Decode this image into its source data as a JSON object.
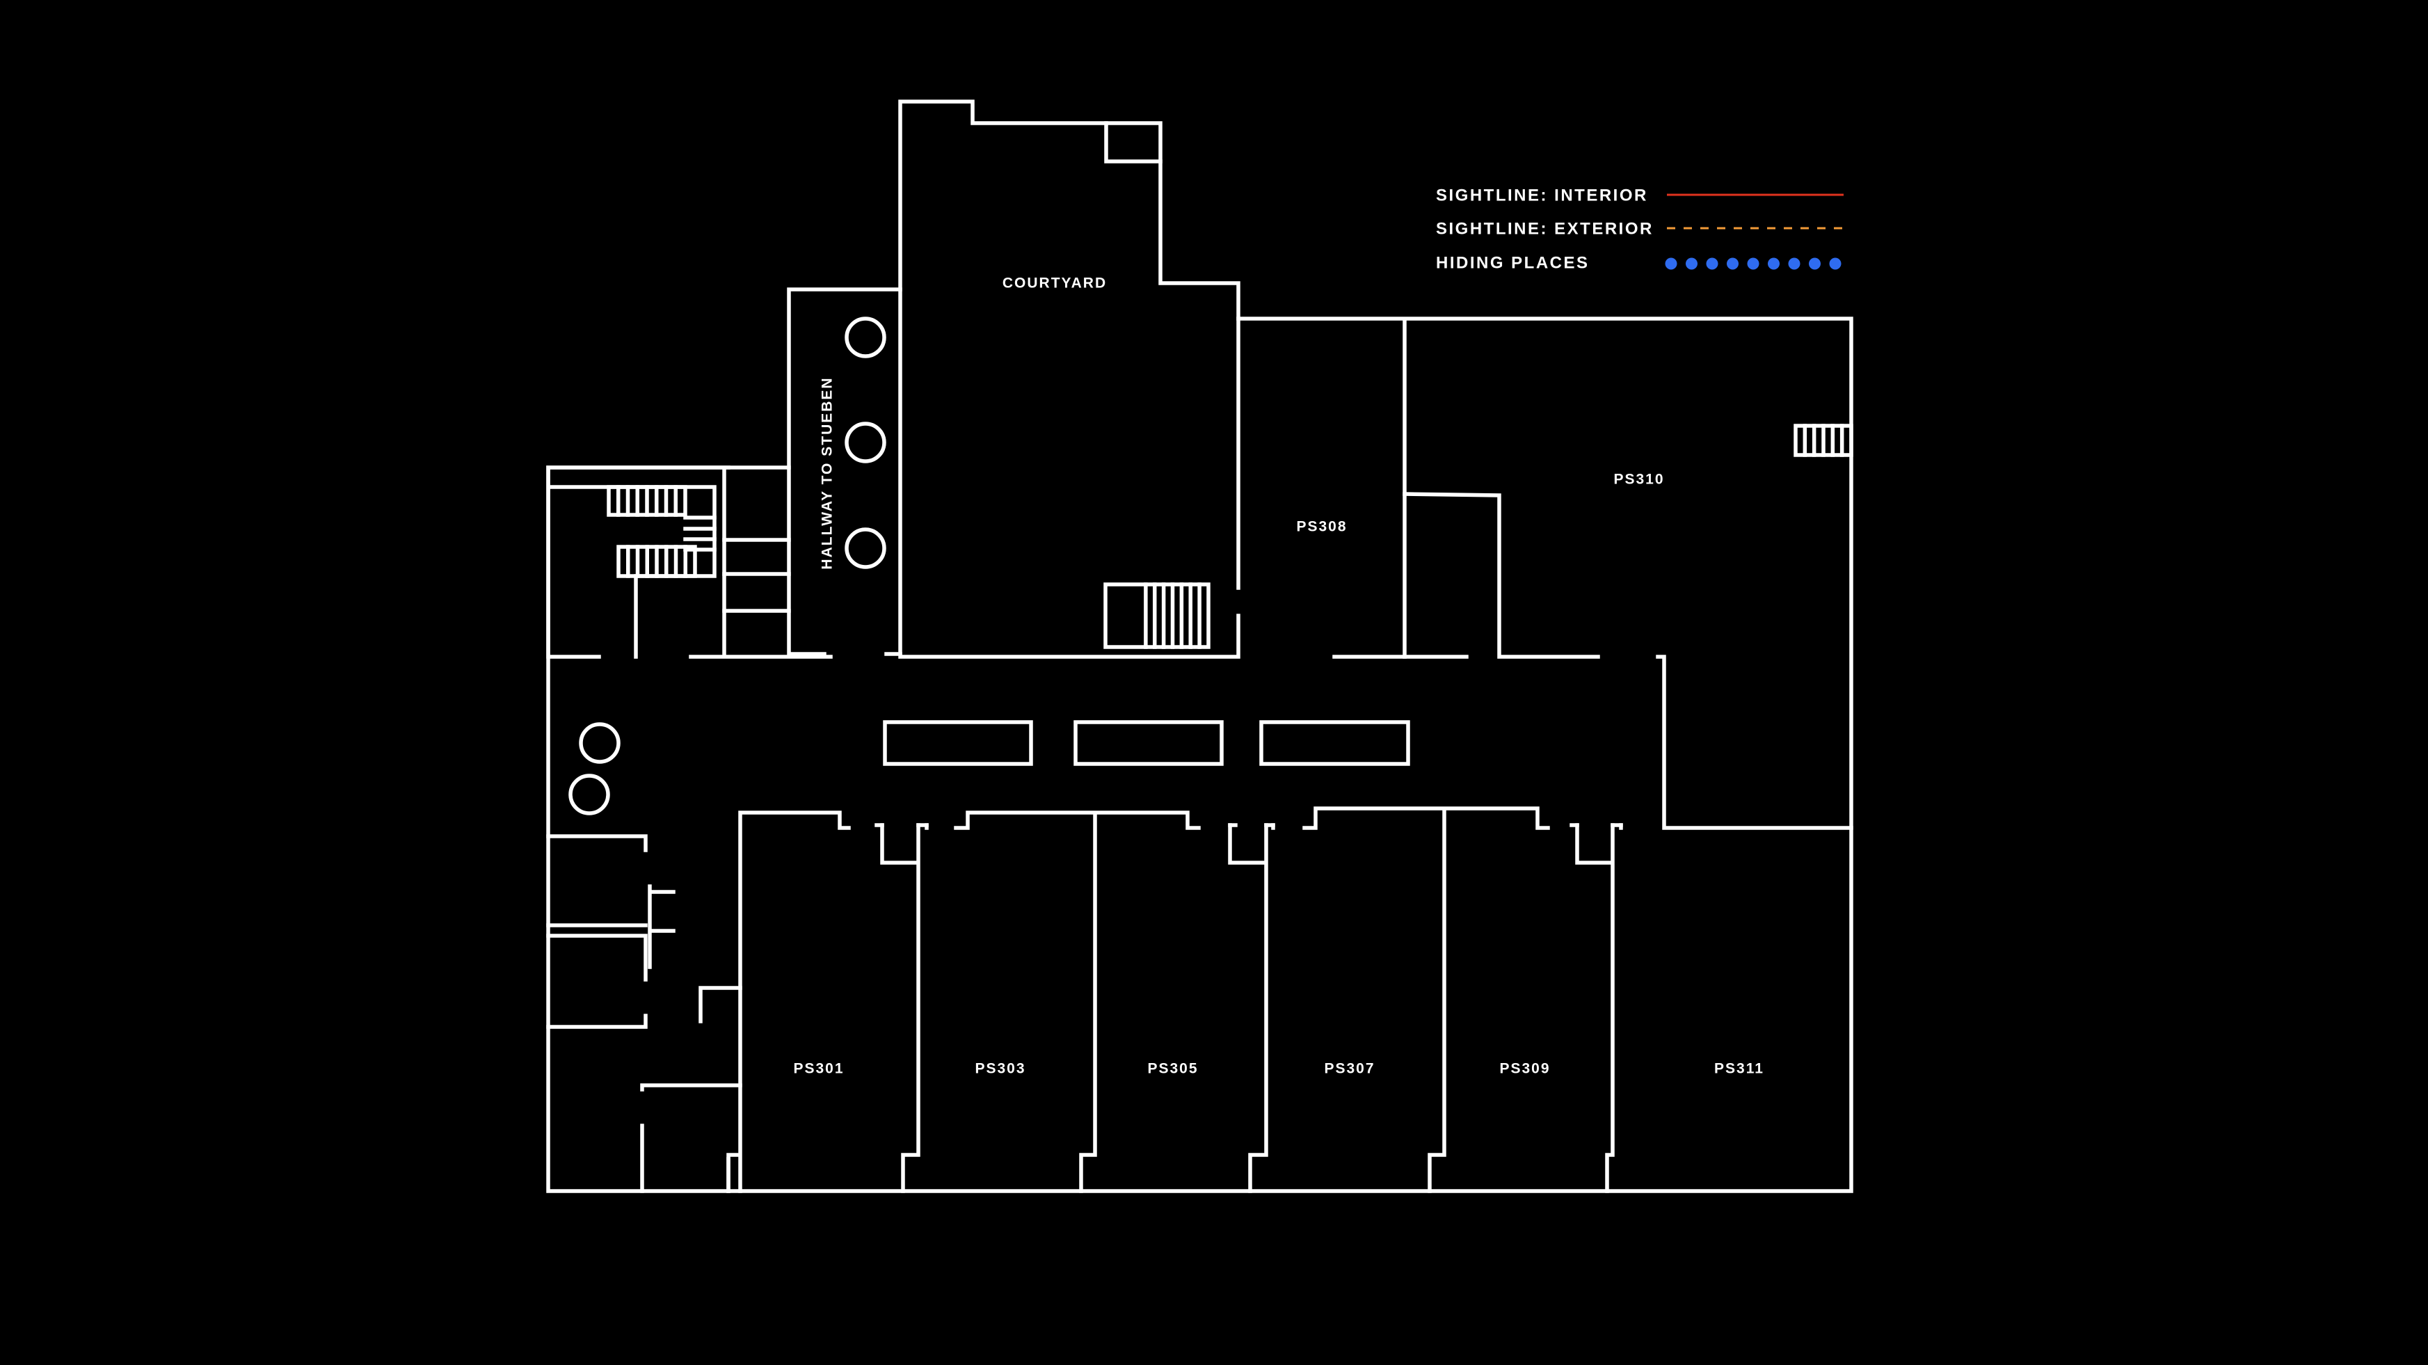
{
  "legend": {
    "interior": {
      "label": "SIGHTLINE: INTERIOR",
      "color": "#e0321e",
      "style": "solid"
    },
    "exterior": {
      "label": "SIGHTLINE: EXTERIOR",
      "color": "#f29a38",
      "style": "dashed"
    },
    "hiding": {
      "label": "HIDING PLACES",
      "color": "#2f6cf0",
      "style": "dotted"
    }
  },
  "rooms": {
    "courtyard": "COURTYARD",
    "hallway": "HALLWAY TO STUEBEN",
    "ps308": "PS308",
    "ps310": "PS310",
    "ps301": "PS301",
    "ps303": "PS303",
    "ps305": "PS305",
    "ps307": "PS307",
    "ps309": "PS309",
    "ps311": "PS311"
  }
}
